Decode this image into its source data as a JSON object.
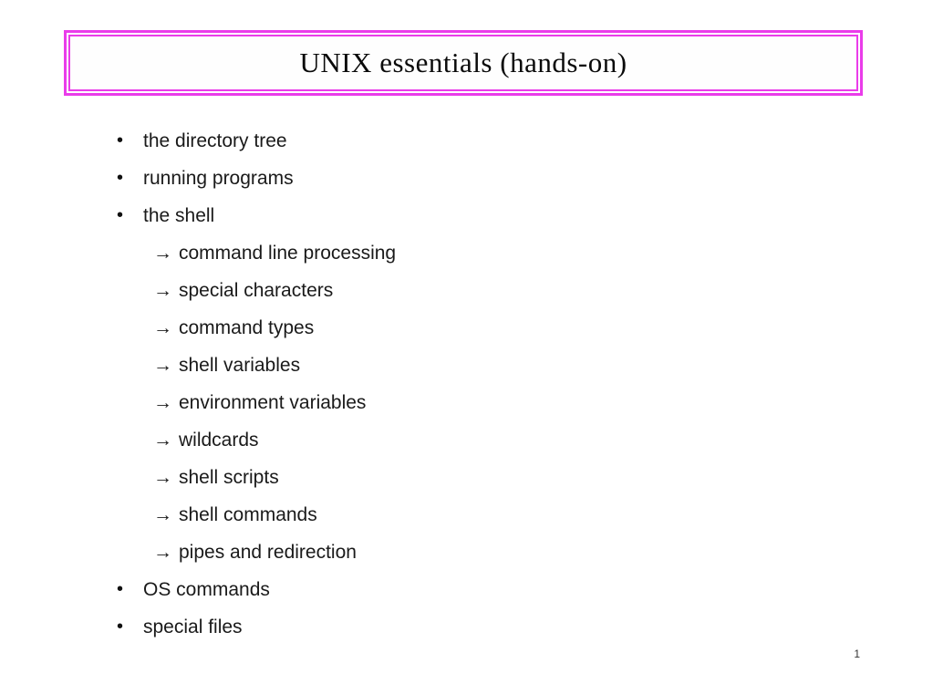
{
  "page": {
    "background_color": "#ffffff",
    "page_number": "1"
  },
  "title": {
    "text": "UNIX essentials (hands-on)",
    "border_color": "#ea3cea",
    "text_color": "#0a0a0a"
  },
  "content": {
    "bullet_glyph": "•",
    "arrow_glyph": "→",
    "items": [
      {
        "level": 1,
        "text": "the directory tree"
      },
      {
        "level": 1,
        "text": "running programs"
      },
      {
        "level": 1,
        "text": "the shell"
      },
      {
        "level": 2,
        "text": "command line processing"
      },
      {
        "level": 2,
        "text": "special characters"
      },
      {
        "level": 2,
        "text": "command types"
      },
      {
        "level": 2,
        "text": "shell variables"
      },
      {
        "level": 2,
        "text": "environment variables"
      },
      {
        "level": 2,
        "text": "wildcards"
      },
      {
        "level": 2,
        "text": "shell scripts"
      },
      {
        "level": 2,
        "text": "shell commands"
      },
      {
        "level": 2,
        "text": "pipes and redirection"
      },
      {
        "level": 1,
        "text": "OS commands"
      },
      {
        "level": 1,
        "text": "special files"
      }
    ]
  }
}
